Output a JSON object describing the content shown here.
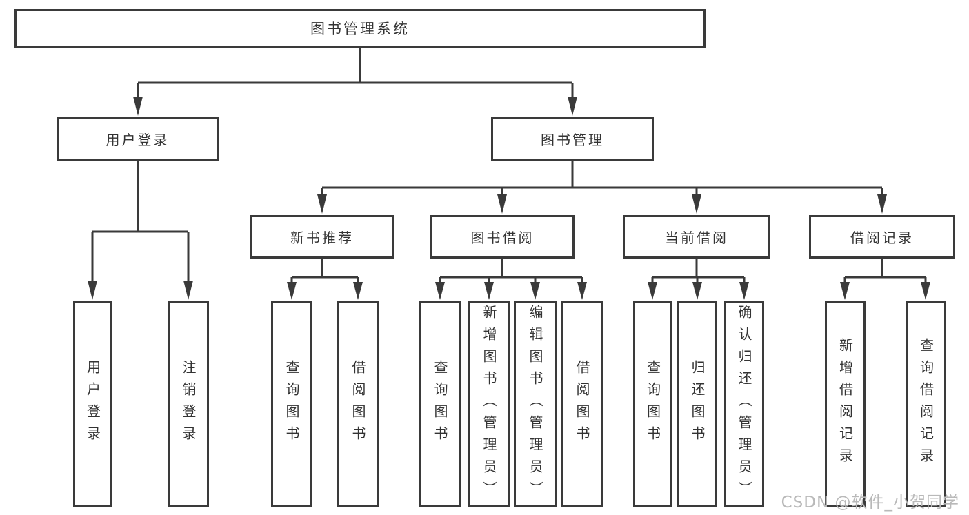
{
  "nodes": {
    "root": "图书管理系统",
    "level1": {
      "user_login": "用户登录",
      "book_mgmt": "图书管理"
    },
    "level2": [
      "新书推荐",
      "图书借阅",
      "当前借阅",
      "借阅记录"
    ],
    "leaves": {
      "user": [
        "用户登录",
        "注销登录"
      ],
      "recommend": [
        "查询图书",
        "借阅图书"
      ],
      "borrow": [
        "查询图书",
        "新增图书（管理员）",
        "编辑图书（管理员）",
        "借阅图书"
      ],
      "current": [
        "查询图书",
        "归还图书",
        "确认归还（管理员）"
      ],
      "records": [
        "新增借阅记录",
        "查询借阅记录"
      ]
    }
  },
  "watermark": "CSDN @软件_小贺同学",
  "colors": {
    "stroke": "#3a3a3a",
    "box_fill": "#ffffff",
    "text": "#333333",
    "watermark": "#b9b9b9"
  }
}
